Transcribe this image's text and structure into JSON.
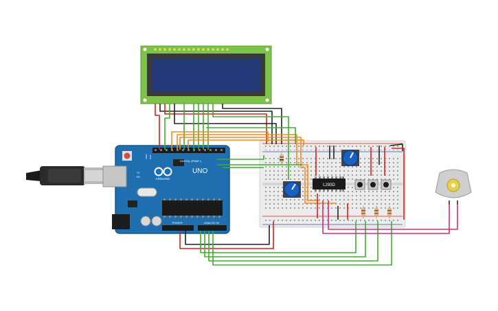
{
  "arduino": {
    "brand": "ARDUINO",
    "model": "UNO",
    "digital_label": "DIGITAL (PWM~)",
    "power_label": "POWER",
    "analog_label": "ANALOG IN",
    "tx": "TX",
    "rx": "RX",
    "aref": "AREF",
    "gnd": "GND"
  },
  "chip": {
    "label": "L293D"
  },
  "colors": {
    "wire_red": "#d0241c",
    "wire_black": "#222222",
    "wire_green": "#3fae2a",
    "wire_orange": "#f08c1e",
    "wire_magenta": "#c8307a",
    "arduino_board": "#1f6fb0",
    "lcd_pcb": "#7fc24a",
    "lcd_screen": "#243a78",
    "breadboard": "#ececec",
    "pot_knob": "#1a5fc2"
  },
  "icons": {
    "usb_cable": "usb-cable-icon",
    "dc_motor": "dc-motor-icon",
    "potentiometer": "potentiometer-icon",
    "pushbutton": "pushbutton-icon",
    "resistor": "resistor-icon"
  }
}
